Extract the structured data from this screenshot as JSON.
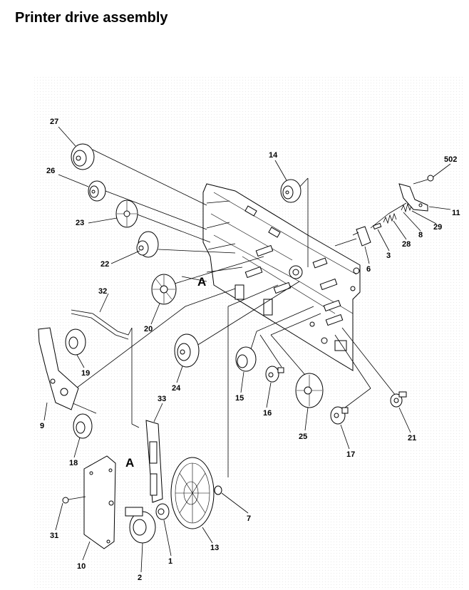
{
  "page": {
    "title": "Printer drive assembly"
  },
  "callouts": {
    "c1": "1",
    "c2": "2",
    "c3": "3",
    "c6": "6",
    "c7": "7",
    "c8": "8",
    "c9": "9",
    "c10": "10",
    "c11": "11",
    "c13": "13",
    "c14": "14",
    "c15": "15",
    "c16": "16",
    "c17": "17",
    "c18": "18",
    "c19": "19",
    "c20": "20",
    "c21": "21",
    "c22": "22",
    "c23": "23",
    "c24": "24",
    "c25": "25",
    "c26": "26",
    "c27": "27",
    "c28": "28",
    "c29": "29",
    "c31": "31",
    "c32": "32",
    "c33": "33",
    "c502": "502"
  },
  "view_markers": {
    "a1": "A",
    "a2": "A"
  }
}
